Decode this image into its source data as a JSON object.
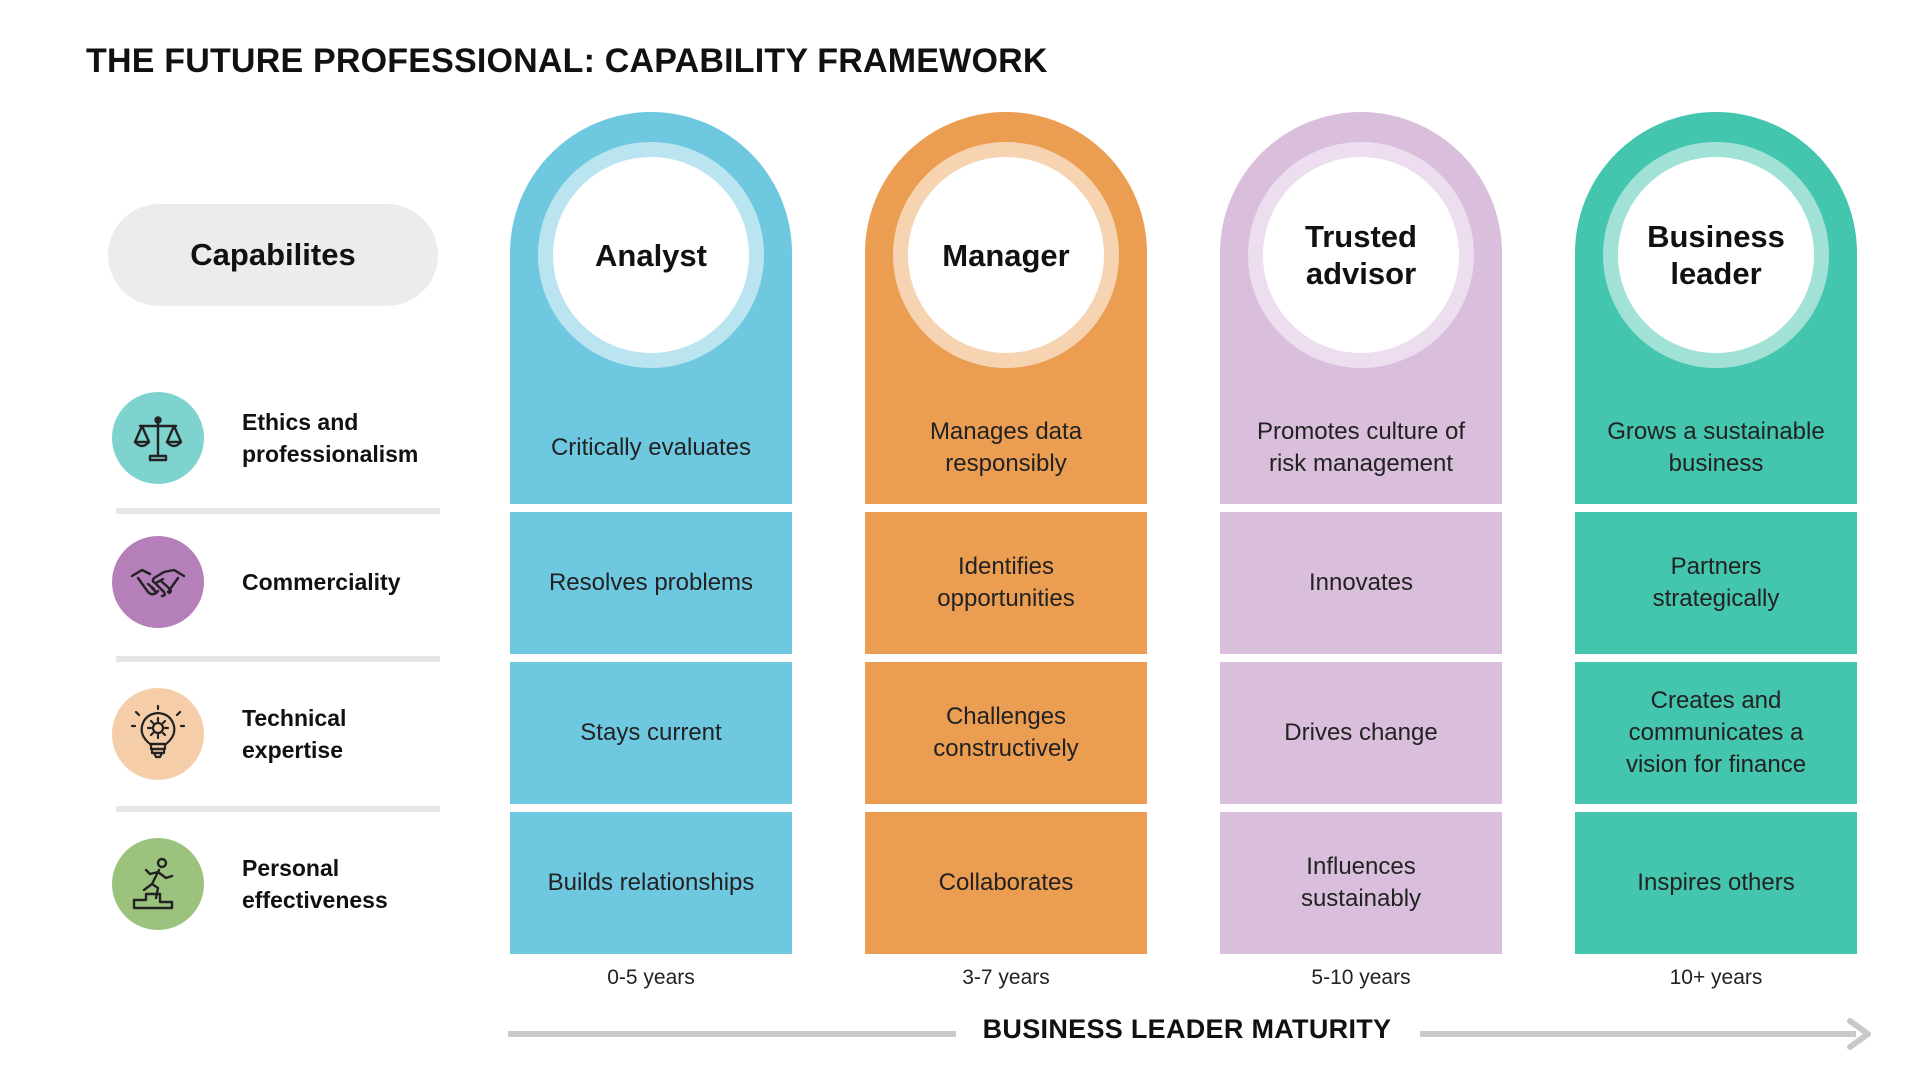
{
  "title": "THE FUTURE PROFESSIONAL: CAPABILITY FRAMEWORK",
  "capabilities_header": "Capabilites",
  "capabilities": [
    {
      "label_line1": "Ethics and",
      "label_line2": "professionalism",
      "icon": "scales-icon",
      "color": "#7fd3cf"
    },
    {
      "label_line1": "Commerciality",
      "label_line2": "",
      "icon": "handshake-icon",
      "color": "#b57fba"
    },
    {
      "label_line1": "Technical",
      "label_line2": "expertise",
      "icon": "lightbulb-gear-icon",
      "color": "#f5cda9"
    },
    {
      "label_line1": "Personal",
      "label_line2": "effectiveness",
      "icon": "person-climbing-steps-icon",
      "color": "#9bc37e"
    }
  ],
  "levels": [
    {
      "name": "Analyst",
      "color": "#6ec8e0",
      "ring_color": "#b9e4f0",
      "years": "0-5 years",
      "cells": [
        "Critically evaluates",
        "Resolves problems",
        "Stays current",
        "Builds relationships"
      ]
    },
    {
      "name": "Manager",
      "color": "#eb9d52",
      "ring_color": "#f6d3b1",
      "years": "3-7 years",
      "cells": [
        "Manages data responsibly",
        "Identifies opportunities",
        "Challenges constructively",
        "Collaborates"
      ]
    },
    {
      "name": "Trusted advisor",
      "color": "#d9bfdc",
      "ring_color": "#ecdeee",
      "years": "5-10 years",
      "cells": [
        "Promotes culture of risk management",
        "Innovates",
        "Drives change",
        "Influences sustainably"
      ]
    },
    {
      "name": "Business leader",
      "color": "#44c5ae",
      "ring_color": "#a2e2d6",
      "years": "10+ years",
      "cells": [
        "Grows a sustainable business",
        "Partners strategically",
        "Creates and communicates a vision for finance",
        "Inspires others"
      ]
    }
  ],
  "maturity_label": "BUSINESS LEADER MATURITY",
  "colors": {
    "pill_bg": "#ececec",
    "divider": "#e6e6e6",
    "arrow": "#c9c9c9"
  }
}
